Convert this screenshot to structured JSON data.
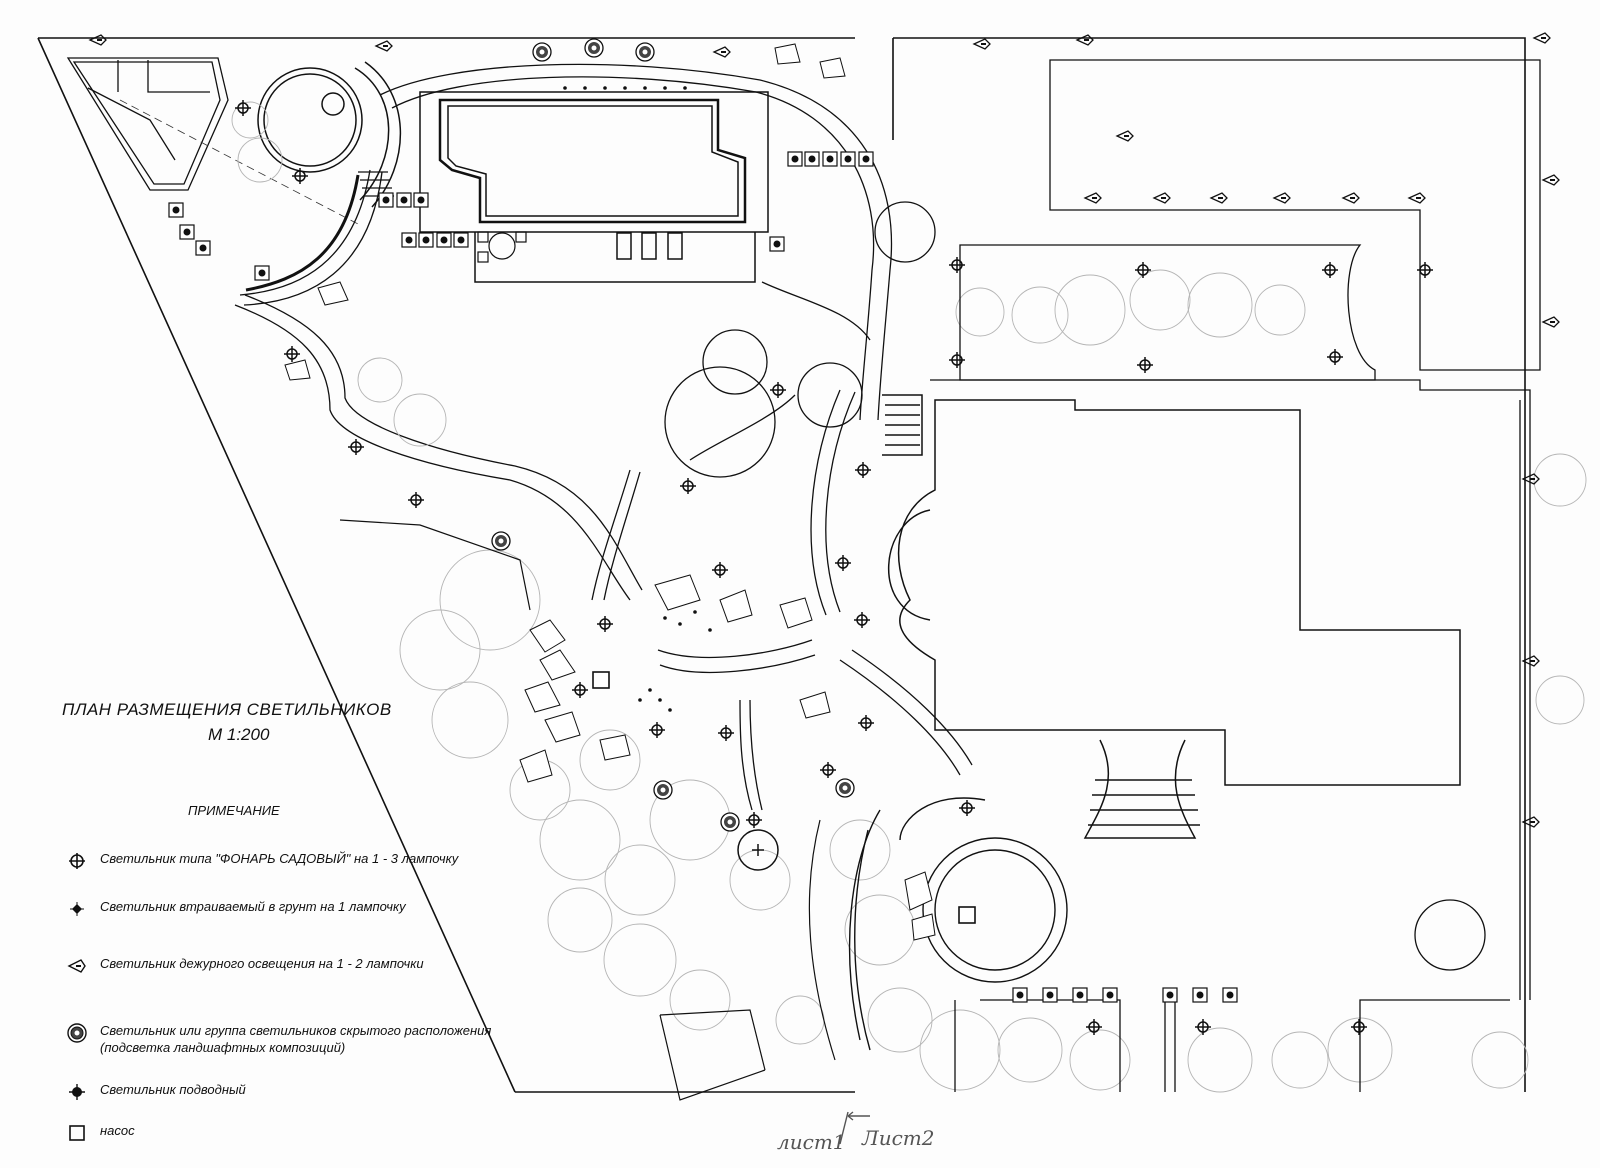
{
  "title": "ПЛАН РАЗМЕЩЕНИЯ СВЕТИЛЬНИКОВ",
  "scale": "М 1:200",
  "note_heading": "ПРИМЕЧАНИЕ",
  "legend": [
    {
      "symbol": "garden-lantern",
      "text": "Светильник типа \"ФОНАРЬ САДОВЫЙ\" на 1 - 3 лампочку"
    },
    {
      "symbol": "in-ground",
      "text": "Светильник втраиваемый в грунт на 1 лампочку"
    },
    {
      "symbol": "standby-light",
      "text": "Светильник дежурного освещения на 1 - 2 лампочки"
    },
    {
      "symbol": "hidden-light",
      "text": "Светильник или группа светильников скрытого расположения\n(подсветка ландшафтных композиций)"
    },
    {
      "symbol": "underwater-light",
      "text": "Светильник подводный"
    },
    {
      "symbol": "pump",
      "text": "насос"
    }
  ],
  "sheet_labels": {
    "sheet_1": "лист1",
    "sheet_2": "Лист2"
  },
  "colors": {
    "ink": "#111111",
    "tree_circles": "#b5b5b5",
    "paper": "#fdfdfd",
    "handwriting": "#555555"
  }
}
